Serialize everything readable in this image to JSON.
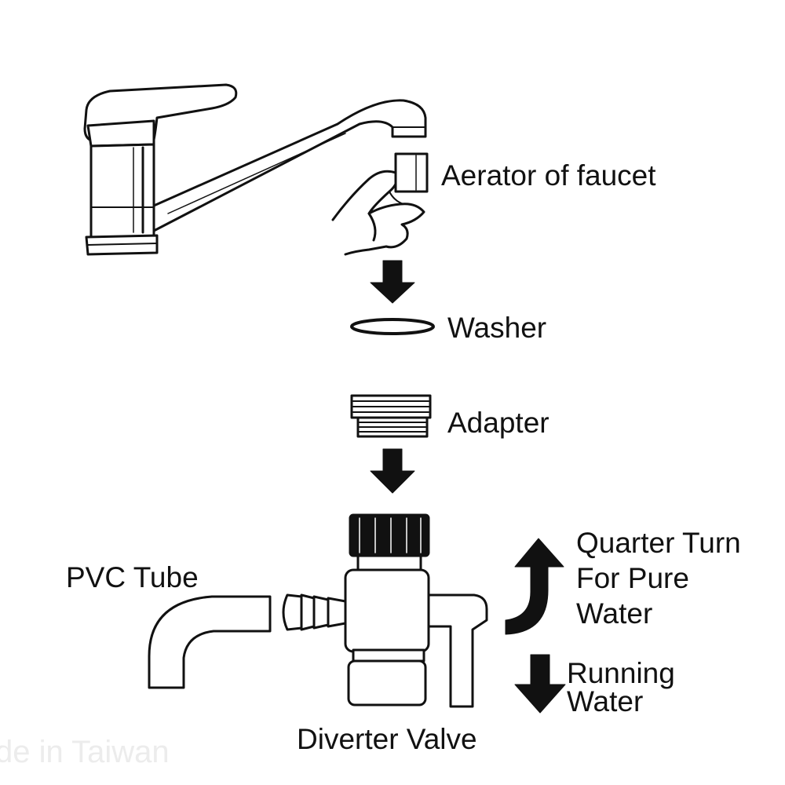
{
  "labels": {
    "aerator": "Aerator of faucet",
    "washer": "Washer",
    "adapter": "Adapter",
    "pvc_tube": "PVC Tube",
    "quarter_turn_line1": "Quarter Turn",
    "quarter_turn_line2": "For Pure",
    "quarter_turn_line3": "Water",
    "running_line1": "Running",
    "running_line2": "Water",
    "diverter_valve": "Diverter Valve"
  },
  "watermark": "de in Taiwan",
  "colors": {
    "ink": "#111111",
    "background": "#ffffff",
    "watermark": "#ececec"
  },
  "icons": {
    "down_arrow_1": "down-arrow-icon",
    "down_arrow_2": "down-arrow-icon",
    "curved_up_arrow": "curved-up-arrow-icon",
    "running_down_arrow": "down-arrow-icon"
  }
}
